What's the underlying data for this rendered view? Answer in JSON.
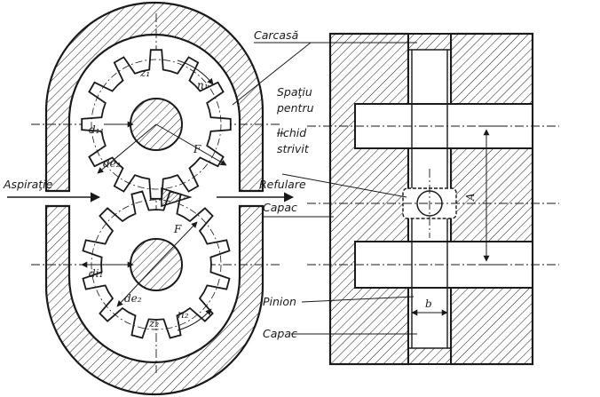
{
  "labels": {
    "carcasa": "Carcasă",
    "spatiu_line1": "Spaţiu",
    "spatiu_line2": "pentru",
    "spatiu_line3": "lichid",
    "spatiu_line4": "strivit",
    "aspiratie": "Aspiraţie",
    "refulare": "Refulare",
    "capac_top": "Capac",
    "pinion": "Pinion",
    "capac_bottom": "Capac"
  },
  "symbols": {
    "z1": "z₁",
    "n1": "n₁",
    "di1_top": "d₁₁",
    "de2_top": "de₂",
    "F_top": "F",
    "F_bottom": "F",
    "di1_bottom": "di₁",
    "de2_bottom": "de₂",
    "z2": "z₂",
    "n2": "n₂",
    "A": "A",
    "b": "b"
  },
  "colors": {
    "ink": "#1a1a1a",
    "paper": "#ffffff"
  }
}
